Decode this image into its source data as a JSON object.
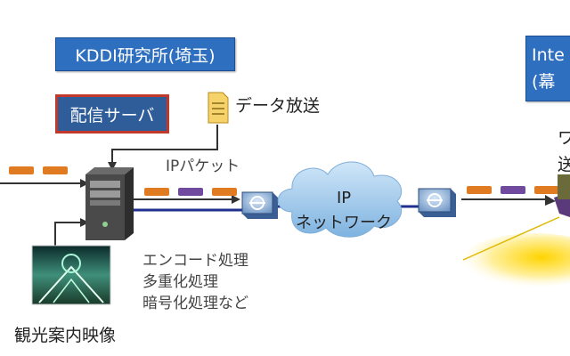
{
  "labels": {
    "kddi": "KDDI研究所(埼玉)",
    "inter_line1": "Inte",
    "inter_line2": "(幕",
    "server": "配信サーバ",
    "data_broadcast": "データ放送",
    "ip_packet": "IPパケット",
    "network_line1": "IP",
    "network_line2": "ネットワーク",
    "processing": [
      "エンコード処理",
      "多重化処理",
      "暗号化処理など"
    ],
    "tour_video": "観光案内映像",
    "right_cut1": "ワ",
    "right_cut2": "送"
  },
  "icons": {
    "document": "document-icon",
    "server": "server-tower-icon",
    "router": "router-icon",
    "cloud": "cloud-icon",
    "video": "bridge-photo-icon"
  },
  "colors": {
    "box_blue": "#2f6fc0",
    "server_border": "#c0392b",
    "packet_orange": "#e07b22",
    "packet_purple": "#6f4a9e",
    "line_blue": "#1f2f8f",
    "cloud_blue": "#9cc7ec"
  }
}
